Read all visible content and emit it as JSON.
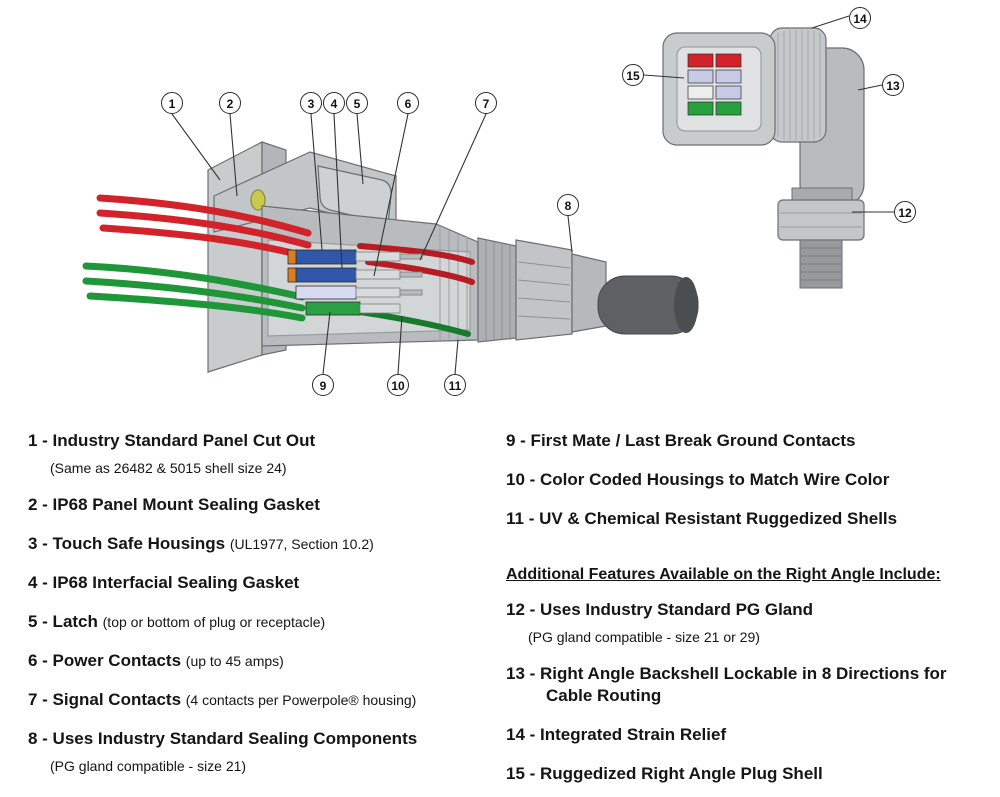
{
  "title": "Sealed connector features diagram",
  "colors": {
    "wire_red": "#d2222a",
    "wire_green": "#1f9638",
    "housing_blue": "#3157a9",
    "housing_green": "#2aa044",
    "gasket_yellow": "#c9c94f",
    "shell_gray": "#bcc0c2",
    "cable_dark": "#5d6164"
  },
  "callouts": [
    "1",
    "2",
    "3",
    "4",
    "5",
    "6",
    "7",
    "8",
    "9",
    "10",
    "11",
    "12",
    "13",
    "14",
    "15"
  ],
  "legend": {
    "left": [
      {
        "label": "1 - Industry Standard Panel Cut Out",
        "sub": "(Same as 26482 & 5015 shell size 24)"
      },
      {
        "label": "2 - IP68 Panel Mount Sealing Gasket"
      },
      {
        "label": "3 - Touch Safe Housings",
        "note": "(UL1977, Section 10.2)"
      },
      {
        "label": "4 - IP68 Interfacial Sealing Gasket"
      },
      {
        "label": "5 - Latch",
        "note": "(top or bottom of plug or receptacle)"
      },
      {
        "label": "6 - Power Contacts",
        "note": "(up to 45 amps)"
      },
      {
        "label": "7 - Signal Contacts",
        "note": "(4 contacts per Powerpole® housing)"
      },
      {
        "label": "8 - Uses Industry Standard Sealing Components",
        "sub": "(PG gland compatible - size 21)"
      }
    ],
    "right": [
      {
        "label": "9 - First Mate / Last Break Ground Contacts"
      },
      {
        "label": "10 - Color Coded Housings to Match Wire Color"
      },
      {
        "label": "11 - UV & Chemical Resistant Ruggedized Shells"
      }
    ],
    "right_angle_heading": "Additional Features Available on the Right Angle Include:",
    "right_angle": [
      {
        "label": "12 - Uses Industry Standard PG Gland",
        "sub": "(PG gland compatible - size 21 or 29)"
      },
      {
        "label": "13 - Right Angle Backshell Lockable in 8 Directions for Cable Routing"
      },
      {
        "label": "14 - Integrated Strain Relief"
      },
      {
        "label": "15 - Ruggedized Right Angle Plug Shell"
      }
    ]
  }
}
